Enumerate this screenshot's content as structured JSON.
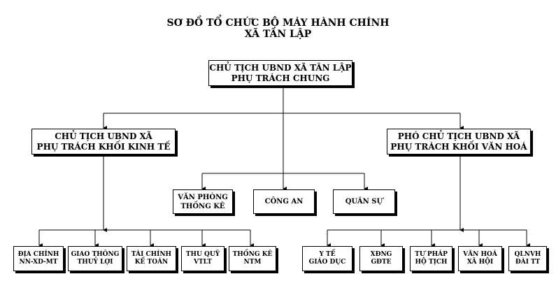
{
  "title": {
    "line1": "SƠ ĐỒ TỔ CHỨC BỘ MÁY HÀNH CHÍNH",
    "line2": "XÃ TÂN LẬP"
  },
  "nodes": {
    "chairman": {
      "line1": "CHỦ TỊCH UBND XÃ TÂN LẬP",
      "line2": "PHỤ TRÁCH CHUNG"
    },
    "economic_lead": {
      "line1": "CHỦ TỊCH UBND XÃ",
      "line2": "PHỤ TRÁCH KHỐI KINH TẾ"
    },
    "culture_lead": {
      "line1": "PHÓ CHỦ TỊCH UBND XÃ",
      "line2": "PHỤ TRÁCH KHỐI VĂN HOÁ"
    },
    "office": {
      "line1": "VĂN PHÒNG",
      "line2": "THỐNG KÊ"
    },
    "police": {
      "line1": "CÔNG AN"
    },
    "military": {
      "line1": "QUÂN SỰ"
    },
    "land": {
      "line1": "ĐỊA CHÍNH",
      "line2": "NN-XD-MT"
    },
    "irrigation": {
      "line1": "GIAO THÔNG",
      "line2": "THUỶ LỢI"
    },
    "finance": {
      "line1": "TÀI CHÍNH",
      "line2": "KẾ TOÁN"
    },
    "fund": {
      "line1": "THU QUỸ",
      "line2": "VTLT"
    },
    "statistics_ntm": {
      "line1": "THỐNG KÊ",
      "line2": "NTM"
    },
    "health": {
      "line1": "Y TẾ",
      "line2": "GIÁO DỤC"
    },
    "xdng": {
      "line1": "XĐNG",
      "line2": "GĐTE"
    },
    "justice": {
      "line1": "TƯ PHÁP",
      "line2": "HỘ TỊCH"
    },
    "culture_society": {
      "line1": "VĂN HOÁ",
      "line2": "XÃ HỘI"
    },
    "qlnvh": {
      "line1": "QLNVH",
      "line2": "ĐÀI TT"
    }
  }
}
